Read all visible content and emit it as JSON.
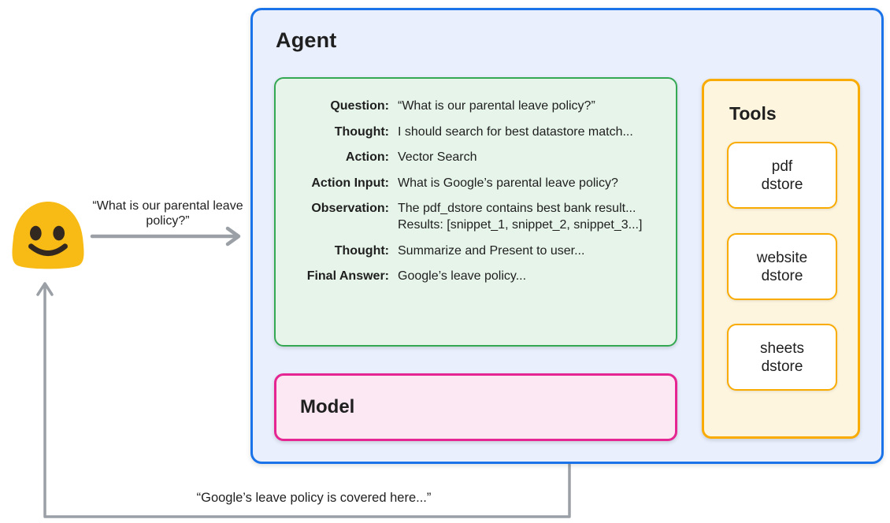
{
  "agent": {
    "title": "Agent",
    "trace": [
      {
        "label": "Question:",
        "value": "“What is our parental leave policy?”"
      },
      {
        "label": "Thought:",
        "value": "I should search for best datastore match..."
      },
      {
        "label": "Action:",
        "value": "Vector Search"
      },
      {
        "label": "Action Input:",
        "value": "What is Google’s parental leave policy?"
      },
      {
        "label": "Observation:",
        "value": "The pdf_dstore contains best bank result...",
        "value2": "Results: [snippet_1, snippet_2, snippet_3...]"
      },
      {
        "label": "Thought:",
        "value": "Summarize and Present to user..."
      },
      {
        "label": "Final Answer:",
        "value": "Google’s leave policy..."
      }
    ]
  },
  "model": {
    "title": "Model"
  },
  "tools": {
    "title": "Tools",
    "items": [
      {
        "line1": "pdf",
        "line2": "dstore"
      },
      {
        "line1": "website",
        "line2": "dstore"
      },
      {
        "line1": "sheets",
        "line2": "dstore"
      }
    ]
  },
  "user": {
    "icon": "blob-smiley-emoji",
    "request": "“What is our parental leave policy?”",
    "response": "“Google’s leave policy is covered here...”"
  },
  "colors": {
    "agent_border": "#1a73e8",
    "agent_fill": "#e9effd",
    "reasoning_border": "#34a853",
    "reasoning_fill": "#e6f4ea",
    "tools_border": "#f9ab00",
    "tools_fill": "#fdf5de",
    "model_border": "#e52592",
    "model_fill": "#fce8f3",
    "arrow_gray": "#9ba0a6",
    "emoji_yellow": "#f8bb15",
    "text": "#1f1f1f"
  }
}
